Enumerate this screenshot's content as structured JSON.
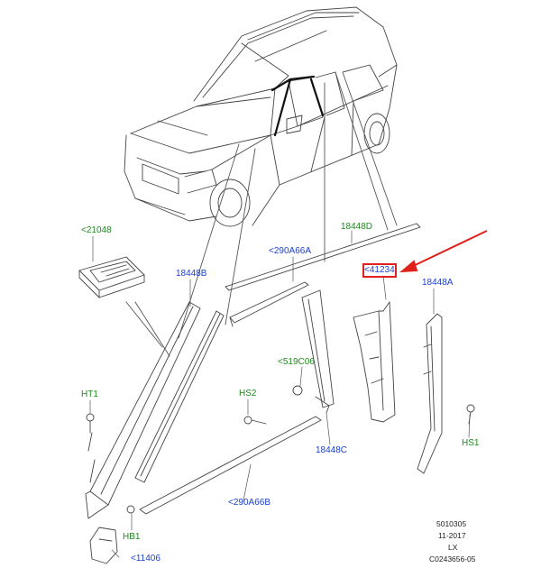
{
  "labels": {
    "part_21048": "<21048",
    "part_18448D": "18448D",
    "part_290A66A": "<290A66A",
    "part_41234": "<41234",
    "part_18448B": "18448B",
    "part_18448A": "18448A",
    "part_519C06": "<519C06",
    "part_HT1": "HT1",
    "part_HS2": "HS2",
    "part_18448C": "18448C",
    "part_HS1": "HS1",
    "part_290A66B": "<290A66B",
    "part_HB1": "HB1",
    "part_11406": "<11406"
  },
  "footer": {
    "line1": "5010305",
    "line2": "11-2017",
    "line3": "LX",
    "line4": "C0243656-05"
  },
  "colors": {
    "green_label": "#1f8a1f",
    "blue_label": "#1a3fd0",
    "highlight": "#e0201a",
    "line": "#333333"
  }
}
